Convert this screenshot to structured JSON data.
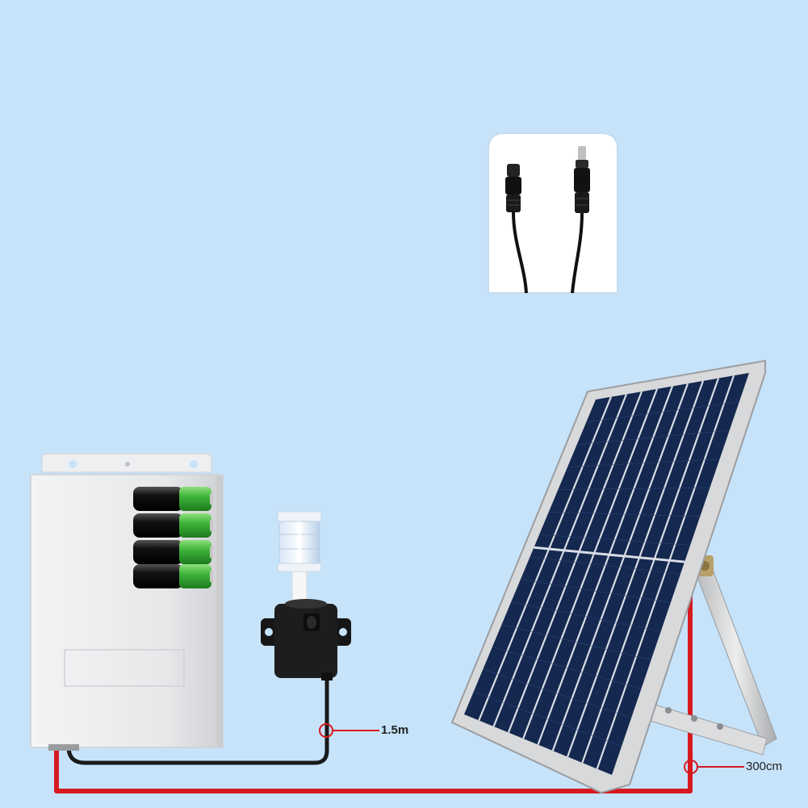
{
  "labels": {
    "pump_cable_length": "1.5m",
    "panel_cable_length": "300cm"
  },
  "colors": {
    "background": "#c6e3fa",
    "red_wire": "#d71920",
    "black_wire": "#1a1a1a",
    "panel_cells": "#15284f",
    "battery_green": "#3fb43a",
    "box_body": "#e9eaec"
  },
  "icons": {
    "battery_count": 4
  }
}
